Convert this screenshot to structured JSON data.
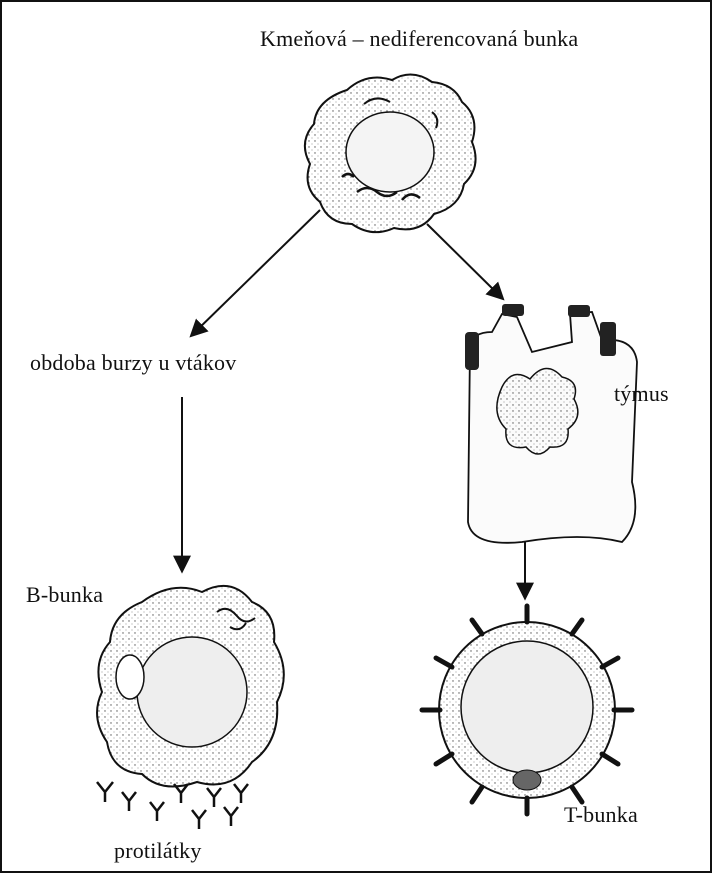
{
  "diagram": {
    "stem_cell_label": "Kmeňová – nediferencovaná bunka",
    "bursa_label": "obdoba burzy u vtákov",
    "thymus_label": "týmus",
    "b_cell_label": "B-bunka",
    "t_cell_label": "T-bunka",
    "antibodies_label": "protilátky"
  }
}
